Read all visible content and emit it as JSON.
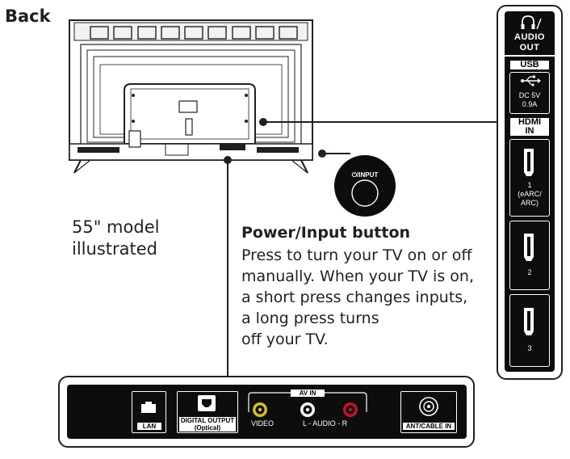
{
  "title": "Back",
  "model_note": {
    "line1": "55\" model",
    "line2": "illustrated"
  },
  "power_button": {
    "knob_label": "⏻/INPUT",
    "heading": "Power/Input button",
    "body_lines": [
      "Press to turn your TV on or off",
      "manually. When your TV is on,",
      "a short press changes inputs,",
      "a long press turns",
      "off your TV."
    ]
  },
  "side_panel": {
    "audio_out": {
      "line1": "AUDIO",
      "line2": "OUT",
      "icon": "headphones-icon"
    },
    "usb": {
      "label": "USB",
      "icon": "usb-icon",
      "spec_line1": "DC 5V",
      "spec_line2": "0.9A"
    },
    "hdmi_in": {
      "label_line1": "HDMI",
      "label_line2": "IN",
      "ports": [
        {
          "number": "1",
          "note_line1": "(eARC/",
          "note_line2": "ARC)"
        },
        {
          "number": "2"
        },
        {
          "number": "3"
        }
      ]
    }
  },
  "bottom_panel": {
    "lan": "LAN",
    "digital_output": {
      "line1": "DIGITAL OUTPUT",
      "line2": "(Optical)"
    },
    "av_in": {
      "label": "AV IN",
      "video": "VIDEO",
      "audio": "L - AUDIO - R"
    },
    "ant_cable": "ANT/CABLE IN",
    "colors": {
      "video": "#d4c21a",
      "audio_l": "#ffffff",
      "audio_r": "#c8102e"
    }
  }
}
